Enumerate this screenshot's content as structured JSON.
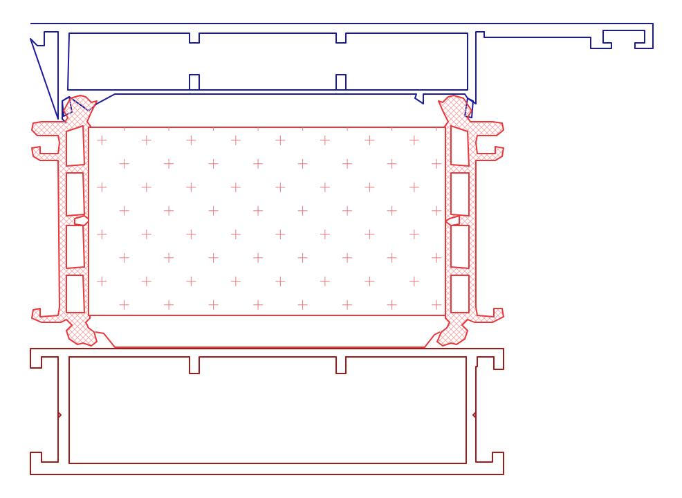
{
  "colors": {
    "background": "#ffffff",
    "top_profile": "#1a1aa0",
    "bottom_profile": "#a01a1a",
    "thermal_break": "#e8383c",
    "glass_pattern": "#e8787a",
    "hatch": "#f4a6a8"
  },
  "diagram": {
    "kind": "aluminum window profile cross-section",
    "components": [
      "top-frame-profile",
      "thermal-break-insert",
      "glass-panel",
      "bottom-frame-profile"
    ],
    "glass_pattern": {
      "columns": 8,
      "rows": 8
    }
  }
}
